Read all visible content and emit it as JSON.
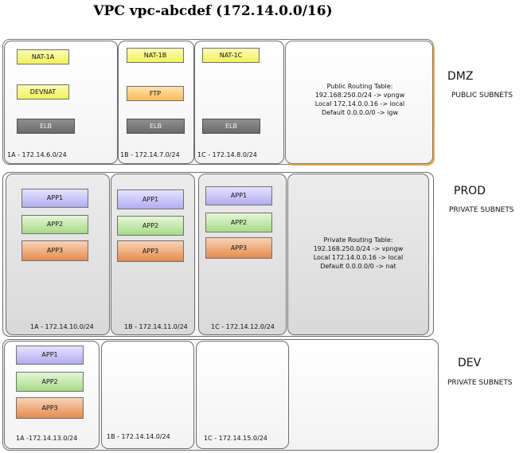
{
  "title": "VPC vpc-abcdef (172.14.0.0/16)",
  "dmz": {
    "name": "DMZ",
    "subtitle": "PUBLIC SUBNETS",
    "subnets": [
      {
        "label": "1A - 172.14.6.0/24",
        "boxes": [
          "NAT-1A",
          "DEVNAT",
          "ELB"
        ]
      },
      {
        "label": "1B - 172.14.7.0/24",
        "boxes": [
          "NAT-1B",
          "FTP",
          "ELB"
        ]
      },
      {
        "label": "1C - 172.14.8.0/24",
        "boxes": [
          "NAT-1C",
          "ELB"
        ]
      }
    ],
    "routing": {
      "title": "Public Routing Table:",
      "lines": [
        "192.168.250.0/24 -> vpngw",
        "Local 172.14.0.0.16 -> local",
        "Default 0.0.0.0/0 -> igw"
      ]
    }
  },
  "prod": {
    "name": "PROD",
    "subtitle": "PRIVATE SUBNETS",
    "subnets": [
      {
        "label": "1A - 172.14.10.0/24",
        "boxes": [
          "APP1",
          "APP2",
          "APP3"
        ]
      },
      {
        "label": "1B - 172.14.11.0/24",
        "boxes": [
          "APP1",
          "APP2",
          "APP3"
        ]
      },
      {
        "label": "1C - 172.14.12.0/24",
        "boxes": [
          "APP1",
          "APP2",
          "APP3"
        ]
      }
    ],
    "routing": {
      "title": "Private Routing Table:",
      "lines": [
        "192.168.250.0/24 -> vpngw",
        "Local 172.14.0.0.16 -> local",
        "Default 0.0.0.0/0 -> nat"
      ]
    }
  },
  "dev": {
    "name": "DEV",
    "subtitle": "PRIVATE SUBNETS",
    "subnets": [
      {
        "label": "1A -172.14.13.0/24",
        "boxes": [
          "APP1",
          "APP2",
          "APP3"
        ]
      },
      {
        "label": "1B - 172.14.14.0/24",
        "boxes": []
      },
      {
        "label": "1C - 172.14.15.0/24",
        "boxes": []
      }
    ]
  },
  "colors": {
    "yellow": "#f2f25a",
    "orange_yellow": "#f8bb57",
    "elb_gray": "#6b6b6b",
    "app1_purple": "#b3acef",
    "app2_green": "#a7db86",
    "app3_orange": "#e58b4e",
    "dmz_accent": "#e8a64a"
  }
}
